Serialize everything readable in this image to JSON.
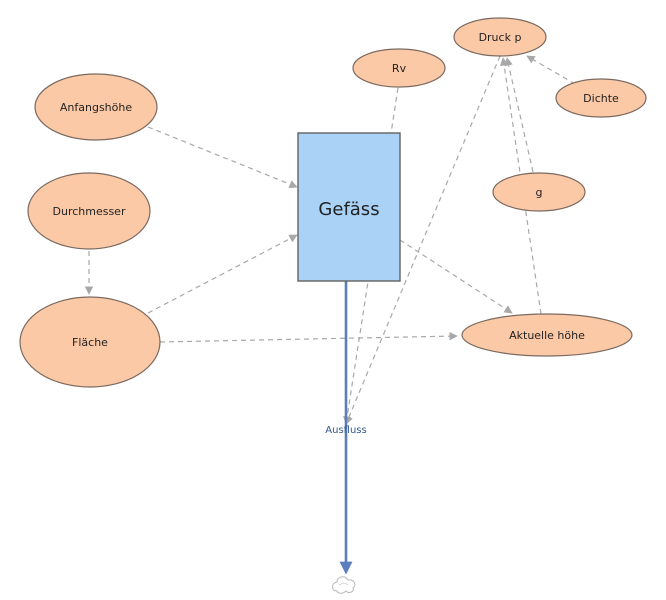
{
  "diagram": {
    "stock": {
      "label": "Gefäss",
      "fill": "#a9d2f6",
      "stroke": "#626262"
    },
    "flow": {
      "label": "Ausfluss",
      "color": "#5b7fbd"
    },
    "variables": {
      "anfangshoehe": "Anfangshöhe",
      "durchmesser": "Durchmesser",
      "flaeche": "Fläche",
      "rv": "Rv",
      "druck": "Druck p",
      "dichte": "Dichte",
      "g": "g",
      "aktuelle_hoehe": "Aktuelle höhe"
    },
    "colors": {
      "variable_fill": "#fcc9a6",
      "variable_stroke": "#7a6a60",
      "link": "#a8a8a8"
    },
    "sink_icon": "cloud-icon"
  }
}
